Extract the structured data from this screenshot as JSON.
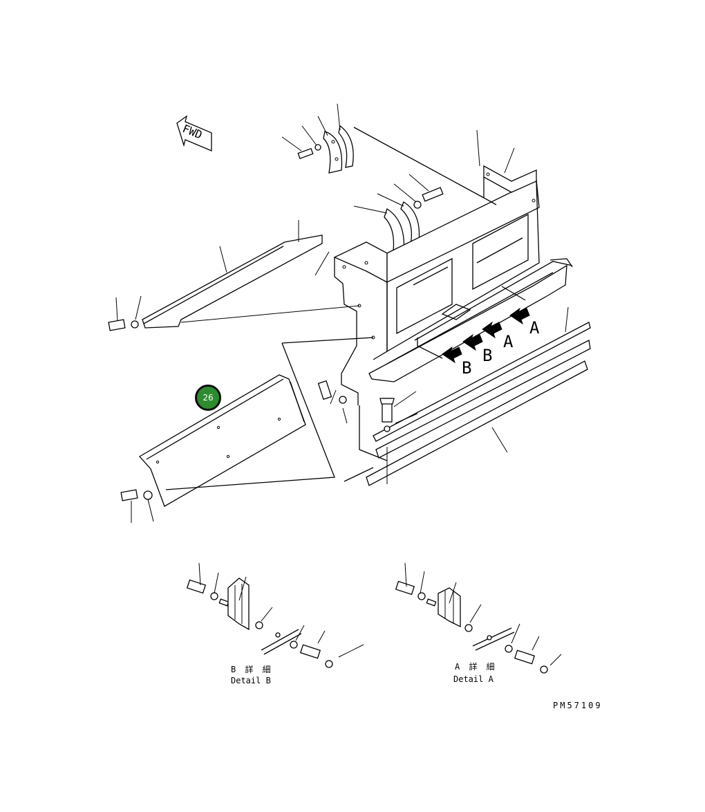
{
  "callout": {
    "number": "26",
    "color": "#2e8b2e"
  },
  "fwd_label": "FWD",
  "arrow_labels": {
    "a_upper": "A",
    "a_lower": "A",
    "b_upper": "B",
    "b_lower": "B"
  },
  "detail_b": {
    "title_jp": "B 詳 細",
    "title_en": "Detail B"
  },
  "detail_a": {
    "title_jp": "A 詳 細",
    "title_en": "Detail A"
  },
  "drawing_code": "PM57109"
}
